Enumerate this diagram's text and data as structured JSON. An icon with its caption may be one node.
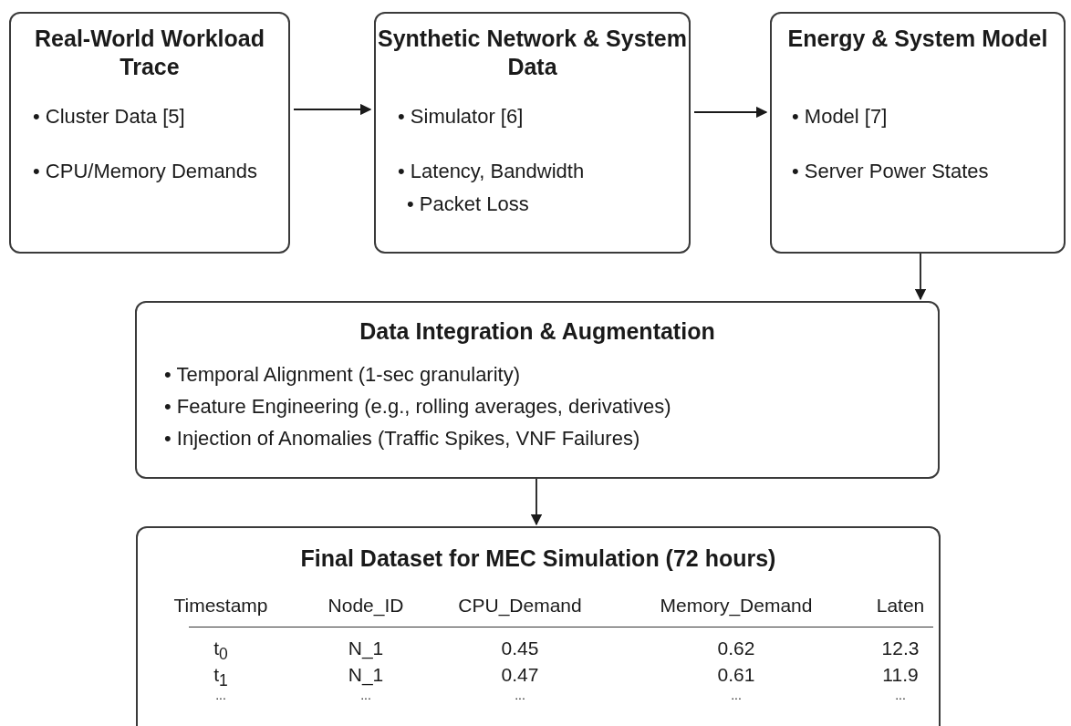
{
  "diagram": {
    "nodes": [
      {
        "text": [
          "Real-World Workload Trace",
          "• Cluster Data [5]",
          "• CPU/Memory Demands"
        ]
      },
      {
        "text": [
          "Synthetic Network & System Data",
          "• Simulator [6]",
          "• Latency, Bandwidth",
          "• Packet Loss"
        ]
      },
      {
        "text": [
          "Energy & System Model",
          "• Model [7]",
          "• Server Power States"
        ]
      },
      {
        "text": [
          "Data Integration & Augmentation",
          "• Temporal Alignment (1-sec granularity)",
          "• Feature Engineering (e.g., rolling averages, derivatives)",
          "• Injection of Anomalies (Traffic Spikes, VNF Failures)"
        ]
      },
      {
        "text": [
          "Final Dataset for MEC Simulation (72 hours)"
        ]
      }
    ],
    "edges": [
      {
        "from": 0,
        "to": 1,
        "arrow": "to"
      },
      {
        "from": 1,
        "to": 2,
        "arrow": "to"
      },
      {
        "from": 2,
        "to": 3,
        "arrow": "to"
      },
      {
        "from": 3,
        "to": 4,
        "arrow": "to"
      }
    ],
    "labels": [
      "Timestamp",
      "Node_ID",
      "CPU_Demand",
      "Memory_Demand",
      "Laten",
      "t$_{0}$",
      "N_1",
      "0.45",
      "0.62",
      "12.3",
      "t$_{1}$",
      "N_1",
      "0.47",
      "0.61",
      "11.9",
      "...",
      "...",
      "...",
      "...",
      "..."
    ]
  }
}
